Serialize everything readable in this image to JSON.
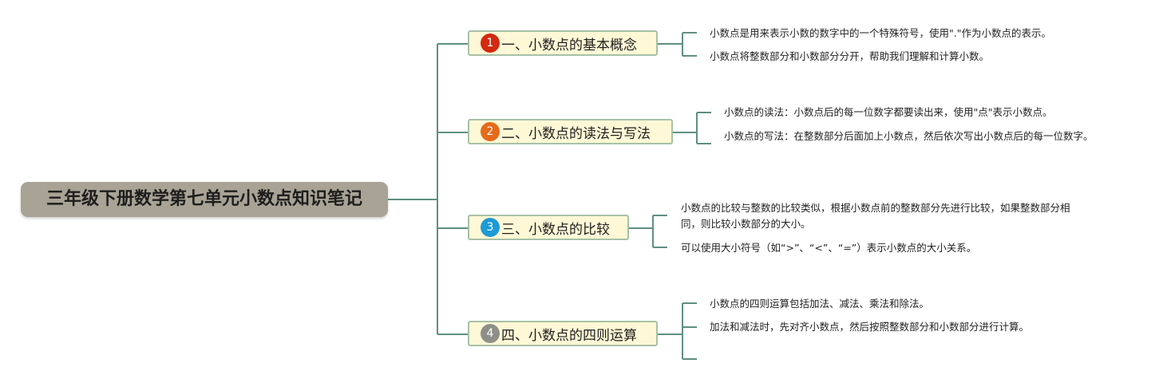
{
  "colors": {
    "connector": "#5f8f82",
    "root_bg": "#a8a395",
    "branch_bg": "#fff8d6",
    "branch_border": "#a7c1a7"
  },
  "root": {
    "title": "三年级下册数学第七单元小数点知识笔记"
  },
  "branches": [
    {
      "number": "1",
      "badge_color": "#d32a10",
      "title": "一、小数点的基本概念",
      "leaves": [
        "小数点是用来表示小数的数字中的一个特殊符号，使用\".\"作为小数点的表示。",
        "小数点将整数部分和小数部分分开，帮助我们理解和计算小数。"
      ]
    },
    {
      "number": "2",
      "badge_color": "#e56a1a",
      "title": "二、小数点的读法与写法",
      "leaves": [
        "小数点的读法：小数点后的每一位数字都要读出来，使用\"点\"表示小数点。",
        "小数点的写法：在整数部分后面加上小数点，然后依次写出小数点后的每一位数字。"
      ]
    },
    {
      "number": "3",
      "badge_color": "#1e9ad6",
      "title": "三、小数点的比较",
      "leaves": [
        "小数点的比较与整数的比较类似，根据小数点前的整数部分先进行比较，如果整数部分相同，则比较小数部分的大小。",
        "可以使用大小符号（如“>”、“<”、“=”）表示小数点的大小关系。"
      ]
    },
    {
      "number": "4",
      "badge_color": "#8f8f8a",
      "title": "四、小数点的四则运算",
      "leaves": [
        "小数点的四则运算包括加法、减法、乘法和除法。",
        "加法和减法时，先对齐小数点，然后按照整数部分和小数部分进行计算。",
        ""
      ]
    }
  ]
}
